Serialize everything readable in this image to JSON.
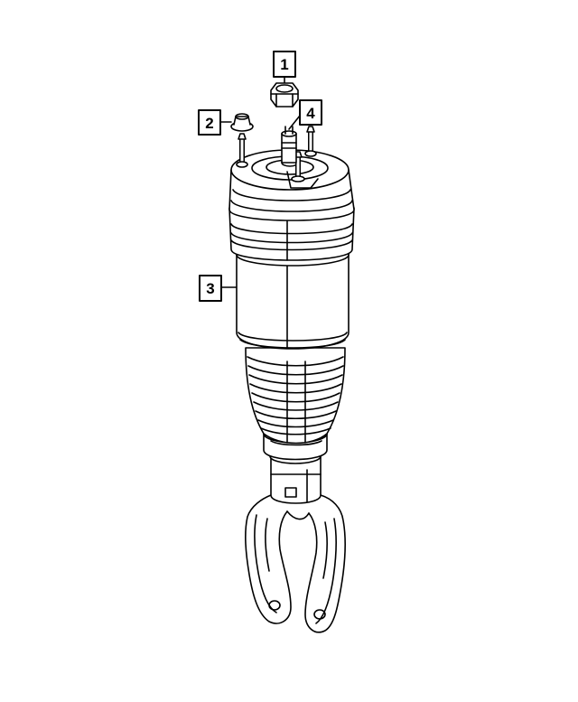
{
  "diagram": {
    "callouts": [
      {
        "id": "1",
        "label": "1",
        "part": "nut-top"
      },
      {
        "id": "2",
        "label": "2",
        "part": "flange-nut"
      },
      {
        "id": "3",
        "label": "3",
        "part": "air-strut-assembly"
      },
      {
        "id": "4",
        "label": "4",
        "part": "upper-stud"
      }
    ],
    "colors": {
      "line": "#000000",
      "background": "#ffffff"
    }
  }
}
